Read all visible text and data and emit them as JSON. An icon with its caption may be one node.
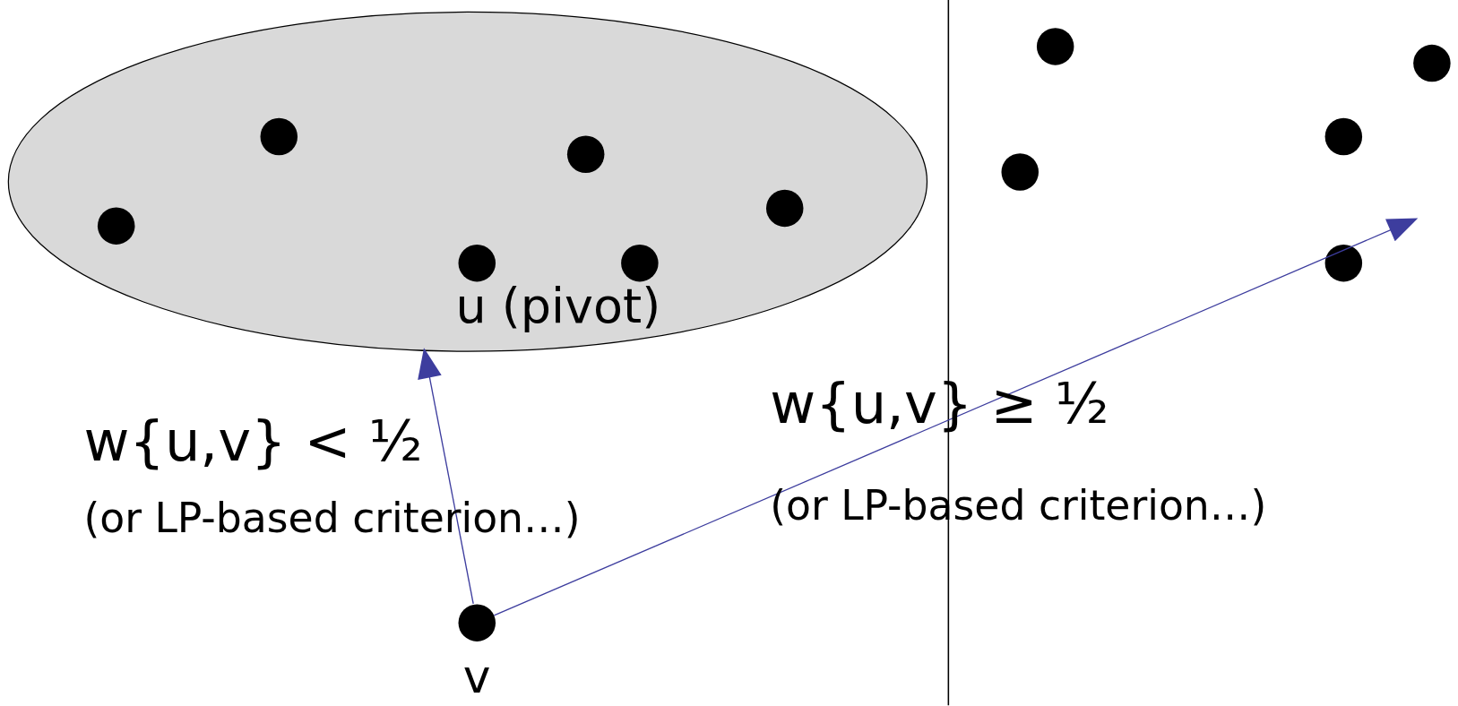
{
  "diagram": {
    "nodes": [
      {
        "text": [],
        "shape": "ellipse"
      },
      {
        "text": [],
        "shape": "circle",
        "in": 0
      },
      {
        "text": [],
        "shape": "circle",
        "in": 0
      },
      {
        "text": [],
        "shape": "circle",
        "in": 0,
        "beside": [
          "u (pivot)"
        ]
      },
      {
        "text": [],
        "shape": "circle",
        "in": 0
      },
      {
        "text": [],
        "shape": "circle",
        "in": 0
      },
      {
        "text": [],
        "shape": "circle",
        "in": 0
      },
      {
        "text": [],
        "shape": "circle"
      },
      {
        "text": [],
        "shape": "circle"
      },
      {
        "text": [],
        "shape": "circle"
      },
      {
        "text": [],
        "shape": "circle"
      },
      {
        "text": [],
        "shape": "circle"
      },
      {
        "text": [],
        "shape": "circle",
        "beside": [
          "v"
        ]
      }
    ],
    "edges": [
      {
        "from": 12,
        "to": 0,
        "arrow": "to",
        "label": "w{u,v} < ½"
      },
      {
        "from": 12,
        "to": null,
        "arrow": "to",
        "label": "w{u,v} ≥ ½"
      }
    ],
    "labels": [
      "(or LP-based criterion…)",
      "(or LP-based criterion…)"
    ]
  }
}
